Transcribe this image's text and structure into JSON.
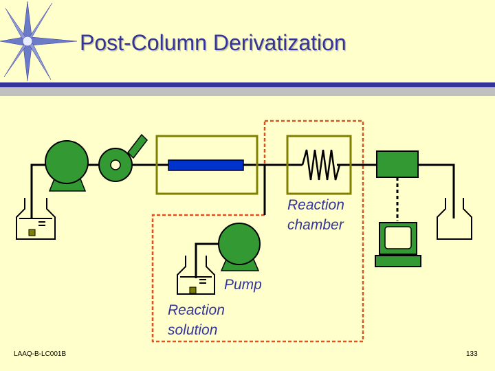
{
  "title": "Post-Column Derivatization",
  "labels": {
    "reaction_chamber_line1": "Reaction",
    "reaction_chamber_line2": "chamber",
    "pump": "Pump",
    "reaction_solution_line1": "Reaction",
    "reaction_solution_line2": "solution"
  },
  "footer": {
    "code": "LAAQ-B-LC001B",
    "page_number": "133"
  },
  "colors": {
    "background": "#FFFFCC",
    "title": "#333399",
    "component_green": "#339933",
    "column_blue": "#0033CC",
    "box_olive": "#808000",
    "dashed_red": "#E05020"
  }
}
